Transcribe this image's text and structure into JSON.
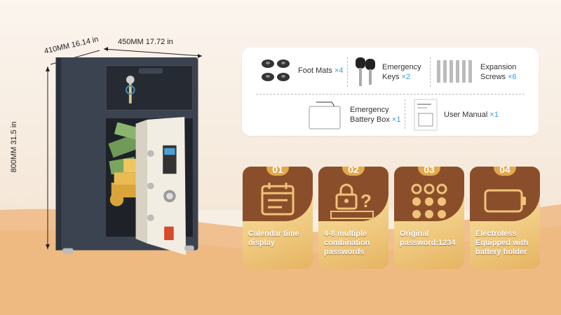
{
  "dimensions": {
    "depth": "410MM 16.14 in",
    "width": "450MM 17.72 in",
    "height": "800MM  31.5 in"
  },
  "accessories": [
    {
      "label": "Foot Mats",
      "count": "×4",
      "icon": "foot-mats-icon"
    },
    {
      "label_line1": "Emergency",
      "label_line2": "Keys",
      "count": "×2",
      "icon": "keys-icon"
    },
    {
      "label_line1": "Expansion",
      "label_line2": "Screws",
      "count": "×6",
      "icon": "screws-icon"
    },
    {
      "label_line1": "Emergency",
      "label_line2": "Battery Box",
      "count": "×1",
      "icon": "battery-box-icon"
    },
    {
      "label": "User Manual",
      "count": "×1",
      "icon": "manual-icon"
    }
  ],
  "features": [
    {
      "num": "01",
      "line1": "Calendar time",
      "line2": "display",
      "line3": "",
      "icon": "calendar-icon"
    },
    {
      "num": "02",
      "line1": "4-8 multiple",
      "line2": "combination",
      "line3": "passwords",
      "icon": "lock-keypad-icon"
    },
    {
      "num": "03",
      "line1": "Original",
      "line2": "password:1234",
      "line3": "",
      "icon": "keypad-icon"
    },
    {
      "num": "04",
      "line1": "Electroless",
      "line2": "Equipped with",
      "line3": "battery holder",
      "icon": "battery-icon"
    }
  ],
  "colors": {
    "accent_blue": "#3a9ad9",
    "card_brown": "#8a4f2a",
    "card_gold": "#f3d48d",
    "badge_orange": "#e5a74a",
    "safe_body": "#3b4350"
  }
}
